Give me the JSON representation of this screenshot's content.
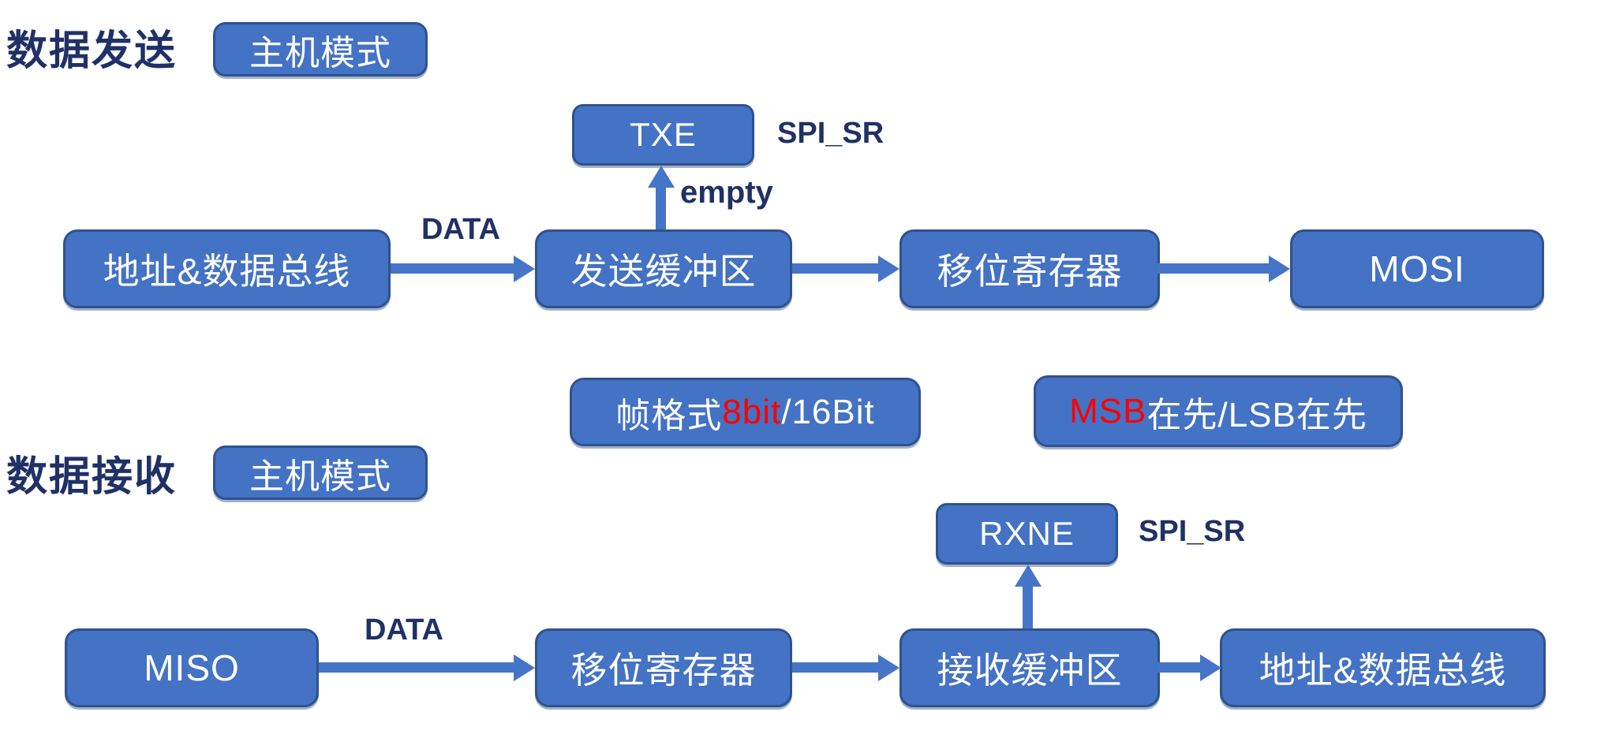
{
  "colors": {
    "node_fill": "#4472C4",
    "node_border": "#2F528F",
    "node_text": "#FFFFFF",
    "label_text": "#1F3166",
    "highlight_text": "#FF0000",
    "arrow": "#4575C8",
    "background": "#FFFFFF"
  },
  "send": {
    "title": "数据发送",
    "mode_badge": "主机模式",
    "flag": "TXE",
    "register": "SPI_SR",
    "flag_arrow_label": "empty",
    "bus_label": "DATA",
    "nodes": [
      "地址&数据总线",
      "发送缓冲区",
      "移位寄存器",
      "MOSI"
    ]
  },
  "notes": {
    "frame_format": {
      "prefix": "帧格式",
      "highlight": "8bit",
      "suffix": "/16Bit"
    },
    "bit_order": {
      "highlight": "MSB",
      "suffix": "在先/LSB在先"
    }
  },
  "receive": {
    "title": "数据接收",
    "mode_badge": "主机模式",
    "flag": "RXNE",
    "register": "SPI_SR",
    "bus_label": "DATA",
    "nodes": [
      "MISO",
      "移位寄存器",
      "接收缓冲区",
      "地址&数据总线"
    ]
  }
}
